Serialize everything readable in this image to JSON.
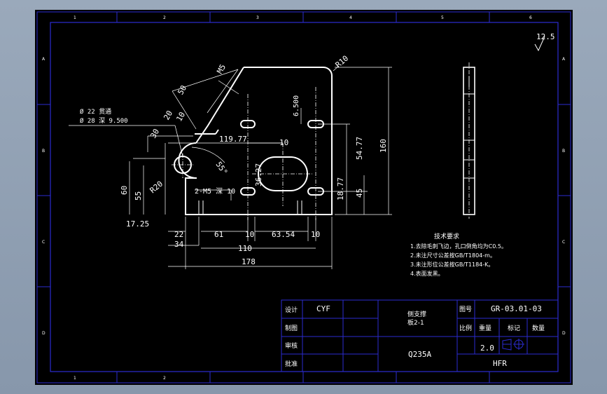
{
  "border": {
    "col_labels": [
      "1",
      "2",
      "3",
      "4",
      "5",
      "6"
    ],
    "row_labels": [
      "A",
      "B",
      "C",
      "D"
    ],
    "bottom_col_labels": [
      "1",
      "2"
    ]
  },
  "drawing": {
    "dims": {
      "r10": "R10",
      "m5": "M5",
      "d50": "50",
      "d20": "20",
      "d30": "30",
      "d10a": "10",
      "d119": "119.77",
      "d6500": "6.500",
      "d10b": "10",
      "d5477": "54.77",
      "d160": "160",
      "d55deg": "55°",
      "d3627": "36.27",
      "d1877": "18.77",
      "d45": "45",
      "hole_note_1": "Ø 22 贯通",
      "hole_note_2": "Ø 28 深 9.500",
      "r20": "R20",
      "d60": "60",
      "d55": "55",
      "thread_note": "2-M5 深 10",
      "d1725": "17.25",
      "d22": "22",
      "d61": "61",
      "d10c": "10",
      "d6354": "63.54",
      "d10d": "10",
      "d34": "34",
      "d110": "110",
      "d178": "178"
    },
    "roughness": "12.5"
  },
  "tech_req": {
    "title": "技术要求",
    "lines": [
      "1.去除毛刺飞边，孔口倒角均为C0.5。",
      "2.未注尺寸公差按GB/T1804-m。",
      "3.未注形位公差按GB/T1184-K。",
      "4.表面发黑。"
    ]
  },
  "title_block": {
    "design_label": "设计",
    "designer": "CYF",
    "draw_label": "制图",
    "check_label": "审核",
    "approve_label": "批准",
    "part_name_1": "侧支撑",
    "part_name_2": "板2-1",
    "material": "Q235A",
    "drawing_no_label": "图号",
    "drawing_no": "GR-03.01-03",
    "scale_label": "比例",
    "weight_label": "重量",
    "mark_label": "标记",
    "qty_label": "数量",
    "scale": "2.0",
    "company": "HFR"
  }
}
